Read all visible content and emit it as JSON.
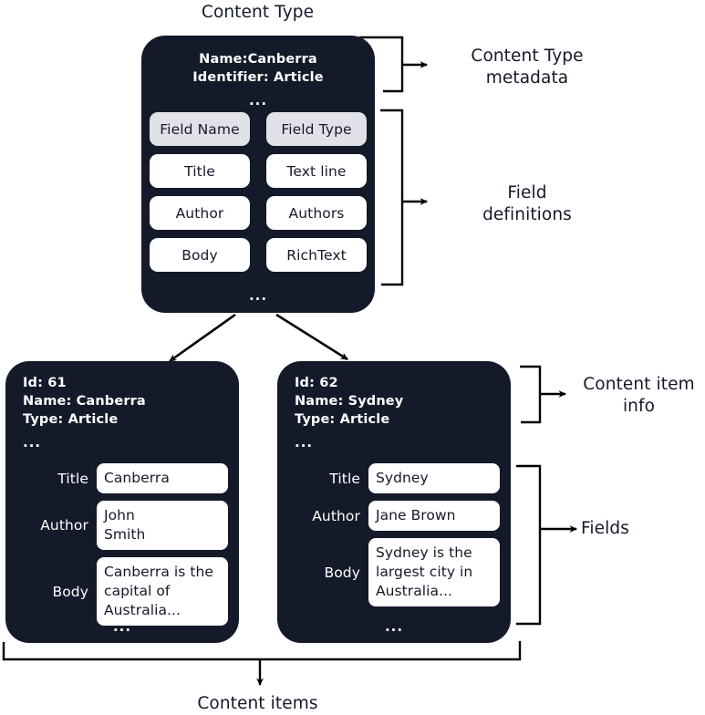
{
  "diagram": {
    "title_top": "Content Type",
    "title_bottom": "Content items",
    "annotations": {
      "content_type_metadata": "Content Type\nmetadata",
      "field_definitions": "Field\ndefinitions",
      "content_item_info": "Content item\ninfo",
      "fields": "Fields"
    },
    "colors": {
      "card_background": "#151a2a",
      "card_text": "#ffffff",
      "cell_background": "#ffffff",
      "header_cell_background": "#e1e1e8",
      "line": "#000000",
      "page_background": "#ffffff"
    },
    "ellipsis": "..."
  },
  "content_type": {
    "metadata_lines": "Name:Canberra\nIdentifier: Article",
    "ellipsis": "...",
    "table": {
      "headers": [
        "Field Name",
        "Field Type"
      ],
      "rows": [
        [
          "Title",
          "Text line"
        ],
        [
          "Author",
          "Authors"
        ],
        [
          "Body",
          "RichText"
        ]
      ]
    },
    "table_ellipsis": "..."
  },
  "content_items": [
    {
      "info_lines": "Id: 61\nName: Canberra\nType: Article",
      "info_ellipsis": "...",
      "fields": [
        {
          "label": "Title",
          "value": "Canberra"
        },
        {
          "label": "Author",
          "value": "John\nSmith"
        },
        {
          "label": "Body",
          "value": "Canberra is the\ncapital of\nAustralia..."
        }
      ],
      "bottom_ellipsis": "..."
    },
    {
      "info_lines": "Id: 62\nName: Sydney\nType: Article",
      "info_ellipsis": "...",
      "fields": [
        {
          "label": "Title",
          "value": "Sydney"
        },
        {
          "label": "Author",
          "value": "Jane Brown"
        },
        {
          "label": "Body",
          "value": "Sydney is the\nlargest city in\nAustralia..."
        }
      ],
      "bottom_ellipsis": "..."
    }
  ]
}
